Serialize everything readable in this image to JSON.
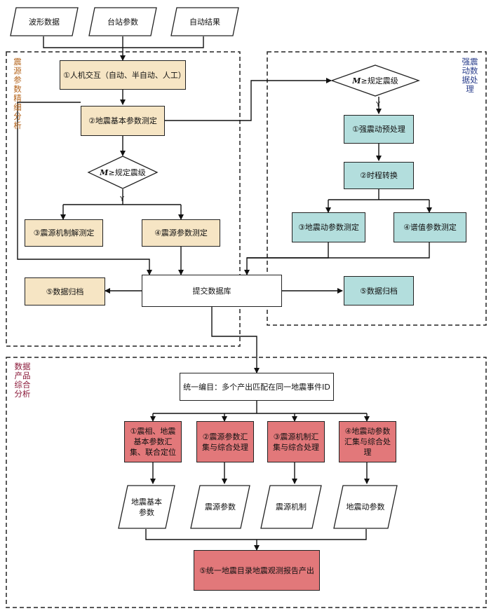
{
  "inputs": [
    "波形数据",
    "台站参数",
    "自动结果"
  ],
  "regions": {
    "source": "震源参数精细分析",
    "strong": "强震动数据处理",
    "product": "数据产品综合分析"
  },
  "source": {
    "step1": "①人机交互（自动、半自动、人工）",
    "step2": "②地震基本参数测定",
    "decision_m": "M",
    "decision_rest": "≥规定震级",
    "yes": "Y",
    "step3": "③震源机制解测定",
    "step4": "④震源参数测定",
    "archive": "⑤数据归档"
  },
  "submit": "提交数据库",
  "strong": {
    "decision_m": "M",
    "decision_rest": "≥规定震级",
    "yes": "Y",
    "step1": "①强震动预处理",
    "step2": "②时程转换",
    "step3": "③地震动参数测定",
    "step4": "④谱值参数测定",
    "archive": "⑤数据归档"
  },
  "product": {
    "unify": "统一编目：多个产出匹配在同一地震事件ID",
    "step1": "①震相、地震基本参数汇集、联合定位",
    "step2": "②震源参数汇集与综合处理",
    "step3": "③震源机制汇集与综合处理",
    "step4": "④地震动参数汇集与综合处理",
    "out1": "地震基本参数",
    "out2": "震源参数",
    "out3": "震源机制",
    "out4": "地震动参数",
    "final": "⑤统一地震目录地震观测报告产出"
  },
  "colors": {
    "source_fill": "#f6e5c4",
    "strong_fill": "#b3dedd",
    "product_fill": "#e2787a",
    "source_label": "#b5651d",
    "strong_label": "#2b3f8c",
    "product_label": "#8b1a3a"
  }
}
